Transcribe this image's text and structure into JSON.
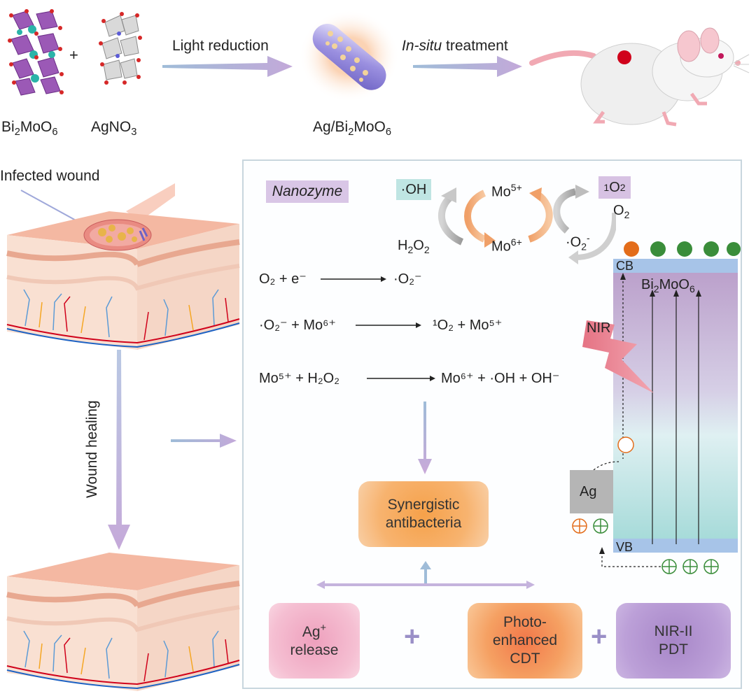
{
  "top": {
    "bi2moo6": {
      "main": "Bi",
      "s1": "2",
      "mid": "MoO",
      "s2": "6"
    },
    "plus": "+",
    "agno3": {
      "main": "AgNO",
      "s1": "3"
    },
    "step1": "Light reduction",
    "product": {
      "a": "Ag/Bi",
      "s1": "2",
      "b": "MoO",
      "s2": "6"
    },
    "step2_italic": "In-situ",
    "step2_rest": " treatment"
  },
  "left": {
    "infected": "Infected wound",
    "healing": "Wound healing"
  },
  "panel": {
    "nanozyme": "Nanozyme",
    "cycle": {
      "oh": "·OH",
      "mo5": "Mo",
      "mo5sup": "5+",
      "mo6": "Mo",
      "mo6sup": "6+",
      "singlet_sup": "1",
      "singlet": "O",
      "singlet_sub": "2",
      "o2": "O",
      "o2sub": "2",
      "h2o2": "H",
      "h2o2s1": "2",
      "h2o2o": "O",
      "h2o2s2": "2",
      "superoxide": "·O",
      "superoxide_sub": "2",
      "superoxide_sup": "-"
    },
    "equations": [
      {
        "lhs": "O₂ + e⁻",
        "rhs": "·O₂⁻"
      },
      {
        "lhs": "·O₂⁻ + Mo⁶⁺",
        "rhs": "¹O₂ + Mo⁵⁺"
      },
      {
        "lhs": "Mo⁵⁺ + H₂O₂",
        "rhs": "Mo⁶⁺ + ·OH + OH⁻"
      }
    ],
    "band": {
      "cb": "CB",
      "vb": "VB",
      "material": {
        "a": "Bi",
        "s1": "2",
        "b": "MoO",
        "s2": "6"
      },
      "nir": "NIR",
      "ag": "Ag"
    },
    "synergy": {
      "line1": "Synergistic",
      "line2": "antibacteria"
    },
    "bottom": {
      "ag_release": {
        "a": "Ag",
        "sup": "+",
        "line2": "release"
      },
      "cdt": {
        "line1": "Photo-",
        "line2": "enhanced",
        "line3": "CDT"
      },
      "pdt": {
        "line1": "NIR-II",
        "line2": "PDT"
      },
      "plus": "+"
    }
  },
  "colors": {
    "arrow": "#b8b0d8",
    "nanozyme_bg": "#d9c6e6",
    "oh_bg": "#bfe5e3",
    "singlet_bg": "#d7c2e3",
    "band_top": "#b79bc8",
    "band_bottom": "#9fd8d6",
    "cb_vb": "#a7c4e8",
    "ag_box": "#b5b5b5",
    "synergy": "#f5a85a",
    "ag_release": "#f0a7c3",
    "pdt": "#b69ad2",
    "nir": "#e06e7f"
  }
}
